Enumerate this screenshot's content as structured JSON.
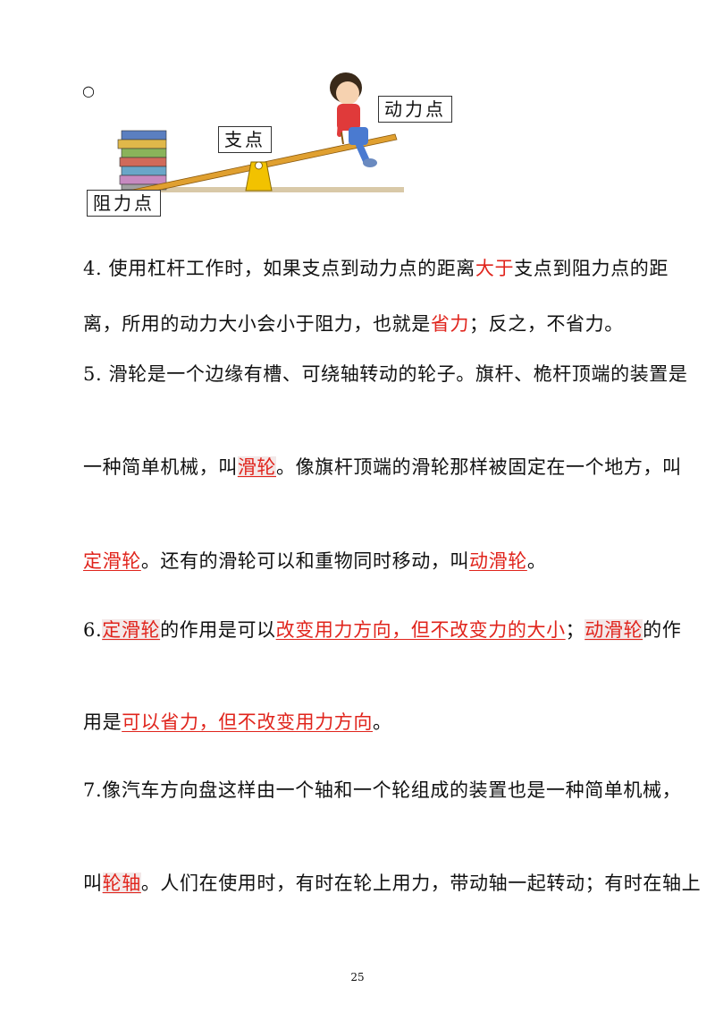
{
  "top_mark": "○",
  "figure": {
    "label_fulcrum": "支点",
    "label_effort": "动力点",
    "label_load": "阻力点"
  },
  "lines": {
    "l1": {
      "a": "4. 使用杠杆工作时，如果支点到动力点的距离",
      "b": "大于",
      "c": "支点到阻力点的距"
    },
    "l2": {
      "a": "离，所用的动力大小会小于阻力，也就是",
      "b": "省力",
      "c": "；反之，不省力。"
    },
    "l3": {
      "a": "5. 滑轮是一个边缘有槽、可绕轴转动的轮子。旗杆、桅杆顶端的装置是"
    },
    "l4": {
      "a": "一种简单机械，叫",
      "b": "滑轮",
      "c": "。像旗杆顶端的滑轮那样被固定在一个地方，叫"
    },
    "l5": {
      "a": "定滑轮",
      "b": "。还有的滑轮可以和重物同时移动，叫",
      "c": "动滑轮",
      "d": "。"
    },
    "l6": {
      "a": "6.",
      "b": "定滑轮",
      "c": "的作用是可以",
      "d": "改变用力方向，但不改变力的大小",
      "e": "；",
      "f": "动滑轮",
      "g": "的作"
    },
    "l7": {
      "a": "用是",
      "b": "可以省力，但不改变用力方向",
      "c": "。"
    },
    "l8": {
      "a": "7.像汽车方向盘这样由一个轴和一个轮组成的装置也是一种简单机械，"
    },
    "l9": {
      "a": "叫",
      "b": "轮轴",
      "c": "。人们在使用时，有时在轮上用力，带动轴一起转动；有时在轴上"
    }
  },
  "page_number": "25"
}
